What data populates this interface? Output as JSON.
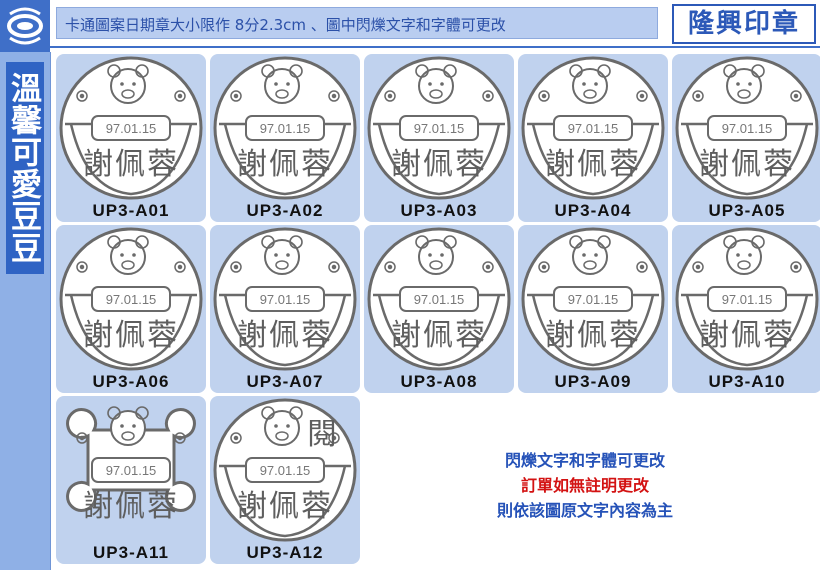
{
  "logo": {
    "icon": "swirl-logo-icon",
    "color": "#3f6fc8"
  },
  "sidebar": {
    "title": "溫馨可愛豆豆"
  },
  "header": {
    "text": "卡通圖案日期章大小限作 8分2.3cm 、圖中閃爍文字和字體可更改",
    "brand": "隆興印章"
  },
  "stamps": [
    {
      "code": "UP3-A01",
      "date": "97.01.15",
      "name": "謝佩蓉",
      "icon": "panda-bamboo-icon"
    },
    {
      "code": "UP3-A02",
      "date": "97.01.15",
      "name": "謝佩蓉",
      "icon": "raccoon-flowers-icon"
    },
    {
      "code": "UP3-A03",
      "date": "97.01.15",
      "name": "謝佩蓉",
      "icon": "cat-hood-flowers-icon"
    },
    {
      "code": "UP3-A04",
      "date": "97.01.15",
      "name": "謝佩蓉",
      "icon": "monkey-flowers-icon"
    },
    {
      "code": "UP3-A05",
      "date": "97.01.15",
      "name": "謝佩蓉",
      "icon": "lion-hood-icon"
    },
    {
      "code": "UP3-A06",
      "date": "97.01.15",
      "name": "謝佩蓉",
      "icon": "dog-hood-flowers-icon"
    },
    {
      "code": "UP3-A07",
      "date": "97.01.15",
      "name": "謝佩蓉",
      "icon": "frog-hood-icon"
    },
    {
      "code": "UP3-A08",
      "date": "97.01.15",
      "name": "謝佩蓉",
      "icon": "smiling-kid-flowers-icon"
    },
    {
      "code": "UP3-A09",
      "date": "97.01.15",
      "name": "謝佩蓉",
      "icon": "sleeping-kid-bird-icon"
    },
    {
      "code": "UP3-A10",
      "date": "97.01.15",
      "name": "謝佩蓉",
      "icon": "kid-cap-clover-icon"
    },
    {
      "code": "UP3-A11",
      "date": "97.01.15",
      "name": "謝佩蓉",
      "icon": "puppy-bone-icon"
    },
    {
      "code": "UP3-A12",
      "date": "97.01.15",
      "name": "謝佩蓉",
      "icon": "kid-sprout-icon",
      "extra_char": "閱"
    }
  ],
  "notes": {
    "line1": "閃爍文字和字體可更改",
    "line2": "訂單如無註明更改",
    "line3": "則依該圖原文字內容為主"
  },
  "colors": {
    "accent": "#2f63c4",
    "card": "#c0d2ee",
    "header_bg": "#b9cdf0",
    "red": "#d31212"
  }
}
